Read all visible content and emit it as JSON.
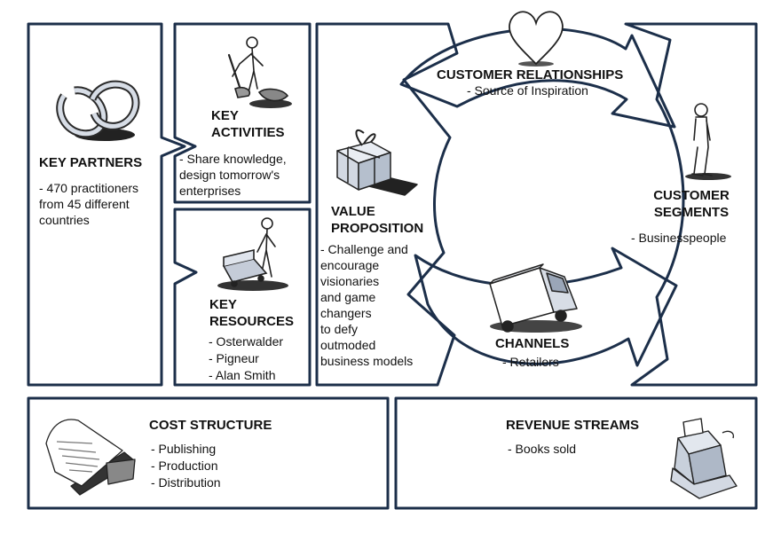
{
  "key_partners": {
    "title": "KEY PARTNERS",
    "text": "- 470 practitioners\nfrom 45 different\ncountries",
    "icon": "linked-rings-icon"
  },
  "key_activities": {
    "title": "KEY\nACTIVITIES",
    "text": "- Share knowledge,\ndesign tomorrow's\nenterprises",
    "icon": "worker-icon"
  },
  "key_resources": {
    "title": "KEY\nRESOURCES",
    "items": [
      "- Osterwalder",
      "- Pigneur",
      "- Alan Smith"
    ],
    "icon": "person-with-cart-icon"
  },
  "value_proposition": {
    "title": "VALUE\nPROPOSITION",
    "text": "- Challenge and\nencourage\nvisionaries\nand game\nchangers\nto defy\noutmoded\nbusiness models",
    "icon": "gift-icon"
  },
  "customer_relationships": {
    "title": "CUSTOMER RELATIONSHIPS",
    "text": "- Source of Inspiration",
    "icon": "heart-icon"
  },
  "channels": {
    "title": "CHANNELS",
    "text": "- Retailers",
    "icon": "truck-icon"
  },
  "customer_segments": {
    "title": "CUSTOMER\nSEGMENTS",
    "text": "- Businesspeople",
    "icon": "person-icon"
  },
  "cost_structure": {
    "title": "COST STRUCTURE",
    "items": [
      "- Publishing",
      "- Production",
      "- Distribution"
    ],
    "icon": "receipt-icon"
  },
  "revenue_streams": {
    "title": "REVENUE STREAMS",
    "text": "- Books sold",
    "icon": "cash-register-icon"
  },
  "colors": {
    "border": "#1c2f4a",
    "ink": "#111111",
    "background": "#ffffff"
  }
}
